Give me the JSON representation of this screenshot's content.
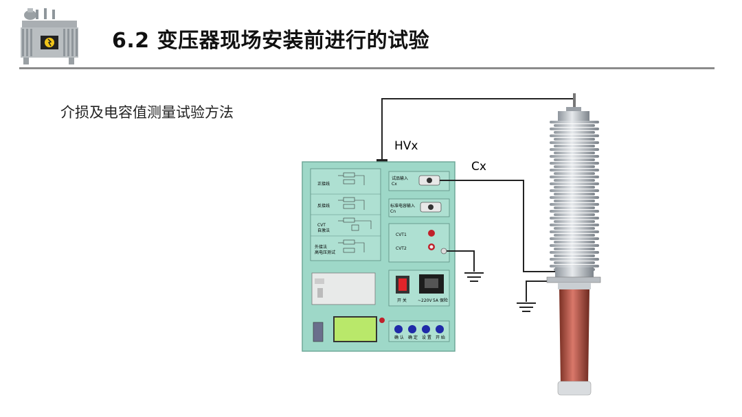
{
  "header": {
    "title": "6.2 变压器现场安装前进行的试验"
  },
  "subtitle": "介损及电容值测量试验方法",
  "diagram": {
    "labels": {
      "hvx": "HVx",
      "cx": "Cx"
    },
    "panel": {
      "modes": [
        {
          "label": "正接线"
        },
        {
          "label": "反接线"
        },
        {
          "label": "CVT\n自激法"
        },
        {
          "label": "外接法\n高电压测试"
        }
      ],
      "inputs": {
        "sample_input": "试品输入\nCx",
        "standard_input": "标准电容输入\nCn",
        "cvt1": "CVT1",
        "cvt2": "CVT2"
      },
      "power": {
        "switch": "开 关",
        "voltage": "~220V",
        "fuse": "5A 保险"
      },
      "buttons": [
        "确 认",
        "确 定",
        "设 置",
        "开 始"
      ]
    }
  }
}
